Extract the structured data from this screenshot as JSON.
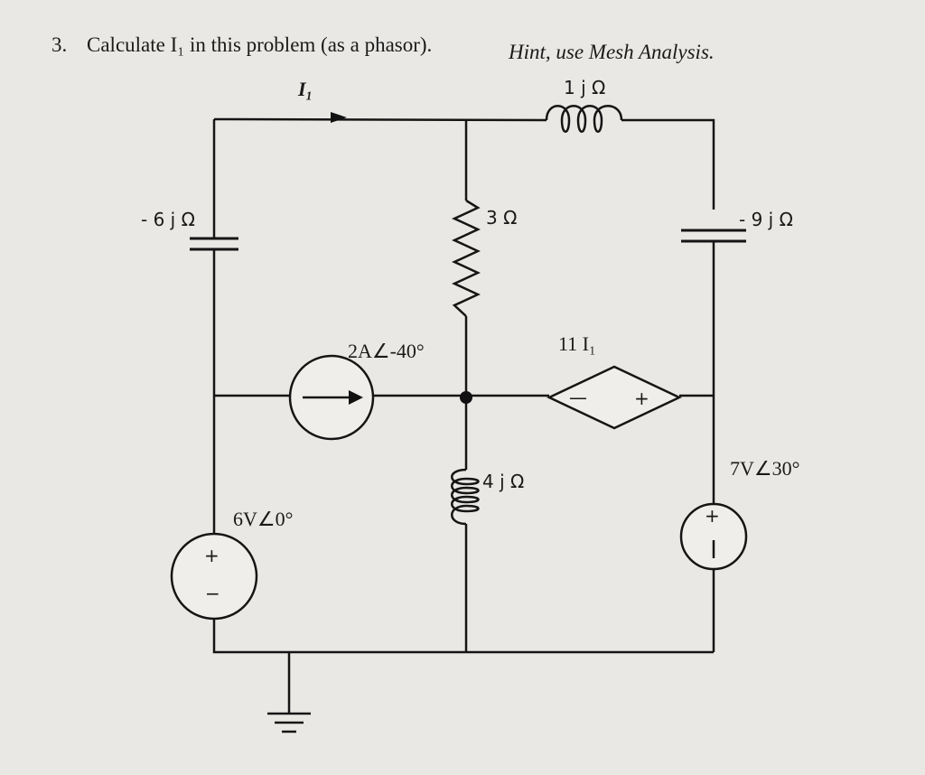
{
  "problem": {
    "number": "3.",
    "text": "Calculate I₁ in this problem (as a phasor).",
    "hint": "Hint, use Mesh Analysis."
  },
  "labels": {
    "current_I1": "I₁",
    "inductor_top": "1 j Ω",
    "capacitor_left": "- 6 j Ω",
    "resistor_mid": "3 Ω",
    "capacitor_right": "- 9 j Ω",
    "current_source": "2A∠-40°",
    "dependent_source": "11 I₁",
    "inductor_bottom": "4 j Ω",
    "voltage_source_left": "6V∠0°",
    "voltage_source_right": "7V∠30°"
  },
  "icons": {
    "plus": "+",
    "minus": "−",
    "dep_minus": "—",
    "dep_plus": "+"
  }
}
